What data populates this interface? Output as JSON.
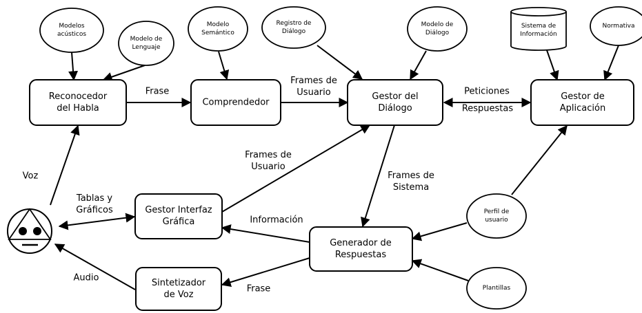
{
  "nodes": {
    "reconocedor": [
      "Reconocedor",
      "del Habla"
    ],
    "comprendedor": [
      "Comprendedor"
    ],
    "gestor_dialogo": [
      "Gestor del",
      "Diálogo"
    ],
    "gestor_aplicacion": [
      "Gestor de",
      "Aplicación"
    ],
    "gestor_interfaz": [
      "Gestor Interfaz",
      "Gráfica"
    ],
    "generador": [
      "Generador de",
      "Respuestas"
    ],
    "sintetizador": [
      "Sintetizador",
      "de Voz"
    ]
  },
  "resources": {
    "modelos_acusticos": [
      "Modelos",
      "acústicos"
    ],
    "modelo_lenguaje": [
      "Modelo de",
      "Lenguaje"
    ],
    "modelo_semantico": [
      "Modelo",
      "Semántico"
    ],
    "registro_dialogo": [
      "Registro de",
      "Diálogo"
    ],
    "modelo_dialogo": [
      "Modelo de",
      "Diálogo"
    ],
    "sistema_informacion": [
      "Sistema de",
      "Información"
    ],
    "normativa": [
      "Normativa"
    ],
    "perfil_usuario": [
      "Perfil de",
      "usuario"
    ],
    "plantillas": [
      "Plantillas"
    ]
  },
  "edges": {
    "frase_top": [
      "Frase"
    ],
    "frames_usuario_top": [
      "Frames de",
      "Usuario"
    ],
    "peticiones": [
      "Peticiones"
    ],
    "respuestas": [
      "Respuestas"
    ],
    "frames_usuario_mid": [
      "Frames de",
      "Usuario"
    ],
    "frames_sistema": [
      "Frames de",
      "Sistema"
    ],
    "voz": [
      "Voz"
    ],
    "tablas_graficos": [
      "Tablas y",
      "Gráficos"
    ],
    "informacion": [
      "Información"
    ],
    "audio": [
      "Audio"
    ],
    "frase_bottom": [
      "Frase"
    ]
  }
}
